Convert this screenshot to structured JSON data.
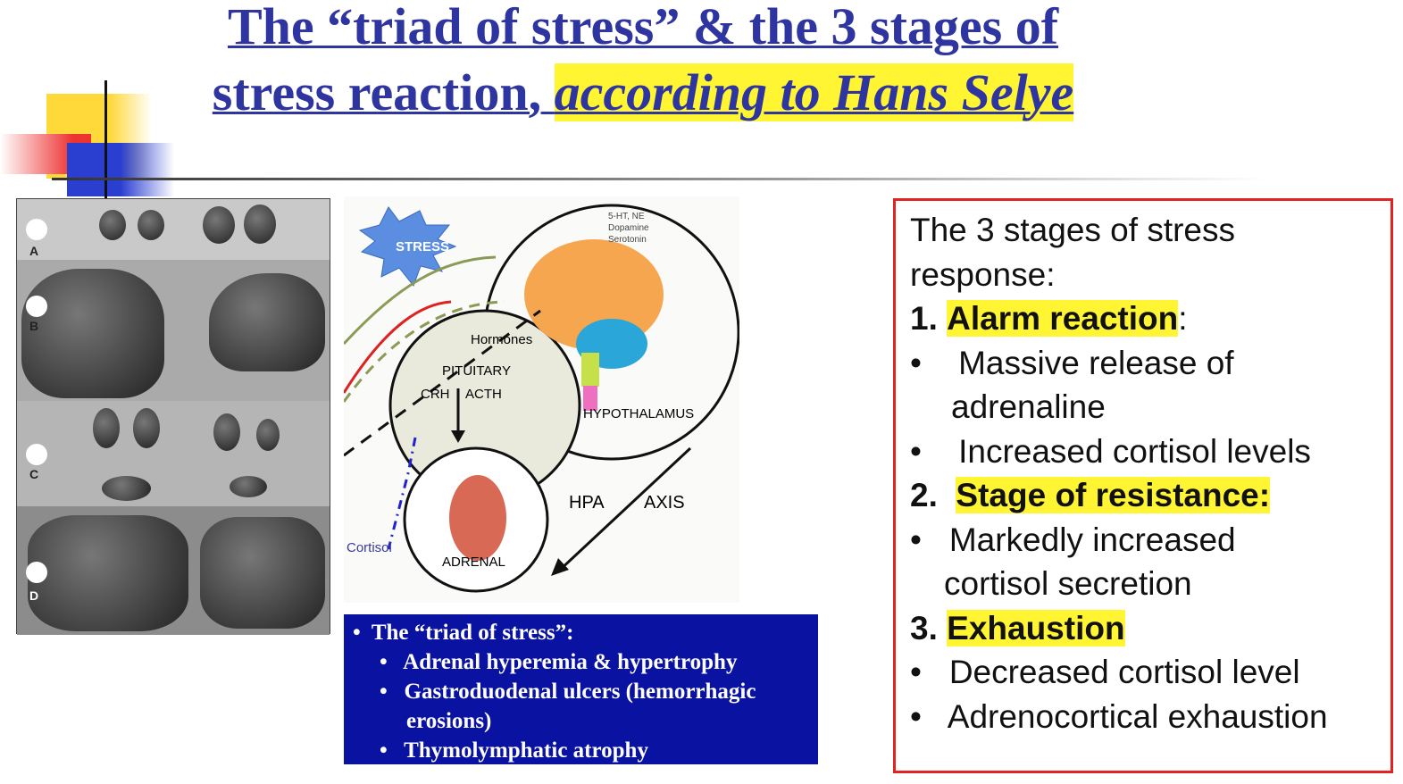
{
  "title": {
    "line1": "The “triad of stress” & the 3 stages of",
    "line2_plain": "stress reaction,",
    "line2_highlight": "according to Hans Selye"
  },
  "photo_labels": [
    "A",
    "B",
    "C",
    "D"
  ],
  "diagram": {
    "stress": "STRESS",
    "neuro": [
      "5-HT, NE",
      "Dopamine",
      "Serotonin"
    ],
    "hormones": "Hormones",
    "pituitary": "PITUITARY",
    "crh": "CRH",
    "acth": "ACTH",
    "hypothalamus": "HYPOTHALAMUS",
    "hpa": "HPA",
    "axis": "AXIS",
    "cortisol": "Cortisol",
    "adrenal": "ADRENAL"
  },
  "triad": {
    "heading": "The “triad of stress”:",
    "items": [
      "Adrenal hyperemia & hypertrophy",
      "Gastroduodenal ulcers (hemorrhagic",
      "erosions)",
      "Thymolymphatic atrophy"
    ]
  },
  "stages": {
    "intro1": "The 3 stages of stress",
    "intro2": "response:",
    "s1_num": "1.",
    "s1": "Alarm reaction",
    "s1_colon": ":",
    "s1_items": [
      "Massive release of",
      "adrenaline",
      "Increased cortisol levels"
    ],
    "s2_num": "2.",
    "s2": "Stage of resistance:",
    "s2_items": [
      "Markedly increased",
      "cortisol secretion"
    ],
    "s3_num": "3.",
    "s3": "Exhaustion",
    "s3_items": [
      "Decreased cortisol level",
      "Adrenocortical exhaustion"
    ]
  },
  "bullet": "•"
}
